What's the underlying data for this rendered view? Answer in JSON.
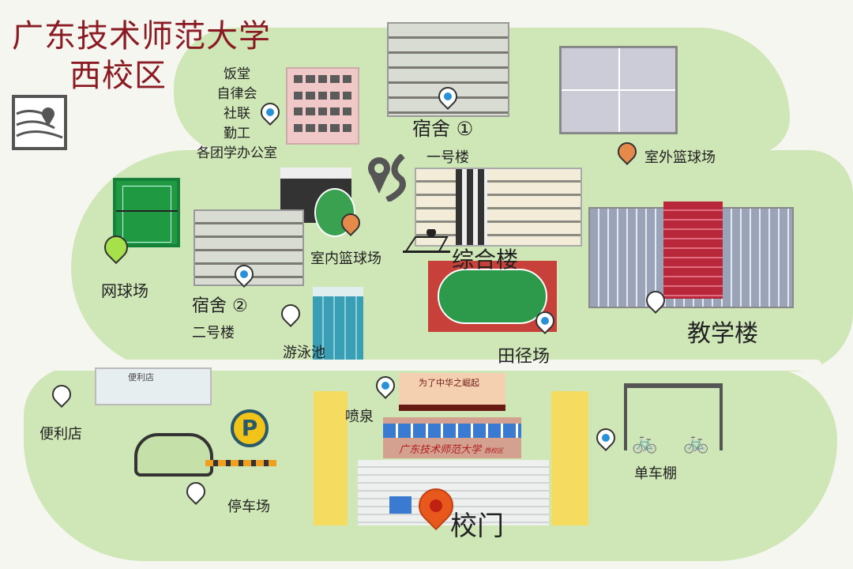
{
  "title": {
    "line1": "广东技术师范大学",
    "line2": "西校区"
  },
  "icons": {
    "map": "map-pin-icon",
    "route": "route-icon",
    "location": "location-pin-icon"
  },
  "locations": {
    "office": {
      "lines": [
        "饭堂",
        "自律会",
        "社联",
        "勤工",
        "各团学办公室"
      ]
    },
    "dorm1": {
      "name": "宿舍",
      "number": "①",
      "sub": "一号楼"
    },
    "outdoor_basketball": {
      "name": "室外篮球场"
    },
    "complex": {
      "name": "综合楼"
    },
    "tennis": {
      "name": "网球场"
    },
    "indoor_basketball": {
      "name": "室内篮球场"
    },
    "dorm2": {
      "name": "宿舍",
      "number": "②",
      "sub": "二号楼"
    },
    "pool": {
      "name": "游泳池"
    },
    "track": {
      "name": "田径场"
    },
    "teaching": {
      "name": "教学楼"
    },
    "store": {
      "name": "便利店",
      "sign": "便利店"
    },
    "parking": {
      "name": "停车场",
      "sign": "P"
    },
    "fountain": {
      "name": "喷泉",
      "monument_text": "为了中华之崛起"
    },
    "gate": {
      "name": "校门",
      "sign": "广东技术师范大学",
      "sign_sub": "西校区"
    },
    "bike_shed": {
      "name": "单车棚"
    }
  },
  "colors": {
    "green": "#cfe6b6",
    "title": "#8b1b22",
    "pin_blue": "#2a90d8",
    "gate_pin": "#e8581c",
    "track_red": "#c8403a"
  }
}
